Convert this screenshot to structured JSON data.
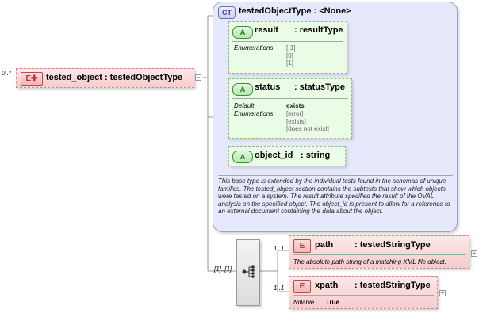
{
  "tested_object": {
    "occurrence": "0..*",
    "badge": "E",
    "label": "tested_object : testedObjectType"
  },
  "complex_type": {
    "badge": "CT",
    "label": "testedObjectType : <None>",
    "attributes": [
      {
        "badge": "A",
        "name": "result",
        "type": ": resultType",
        "facets": [
          {
            "key": "Enumerations",
            "values": [
              "[-1]",
              "[0]",
              "[1]"
            ]
          }
        ]
      },
      {
        "badge": "A",
        "name": "status",
        "type": ": statusType",
        "facets": [
          {
            "key": "Default",
            "values": [
              "exists"
            ]
          },
          {
            "key": "Enumerations",
            "values": [
              "[error]",
              "[exists]",
              "[does not exist]"
            ]
          }
        ]
      },
      {
        "badge": "A",
        "name": "object_id",
        "type": ": string"
      }
    ],
    "documentation": "This base type is extended by the individual tests found in the schemas of unique families.  The tested_object section contains the subtests that show which objects were tested on a system. The result attribute specified the result of the OVAL analysis on the specified object. The object_id is present to allow for a reference to an external document containing the data about the object."
  },
  "sequence": {
    "occurrence": "[1]..[1]"
  },
  "children": [
    {
      "occurrence": "1..1",
      "badge": "E",
      "name": "path",
      "type": ": testedStringType",
      "doc": "The absolute path string of a matching XML file object."
    },
    {
      "occurrence": "1..1",
      "badge": "E",
      "name": "xpath",
      "type": ": testedStringType",
      "facet_key": "Nillable",
      "facet_value": "True"
    }
  ]
}
